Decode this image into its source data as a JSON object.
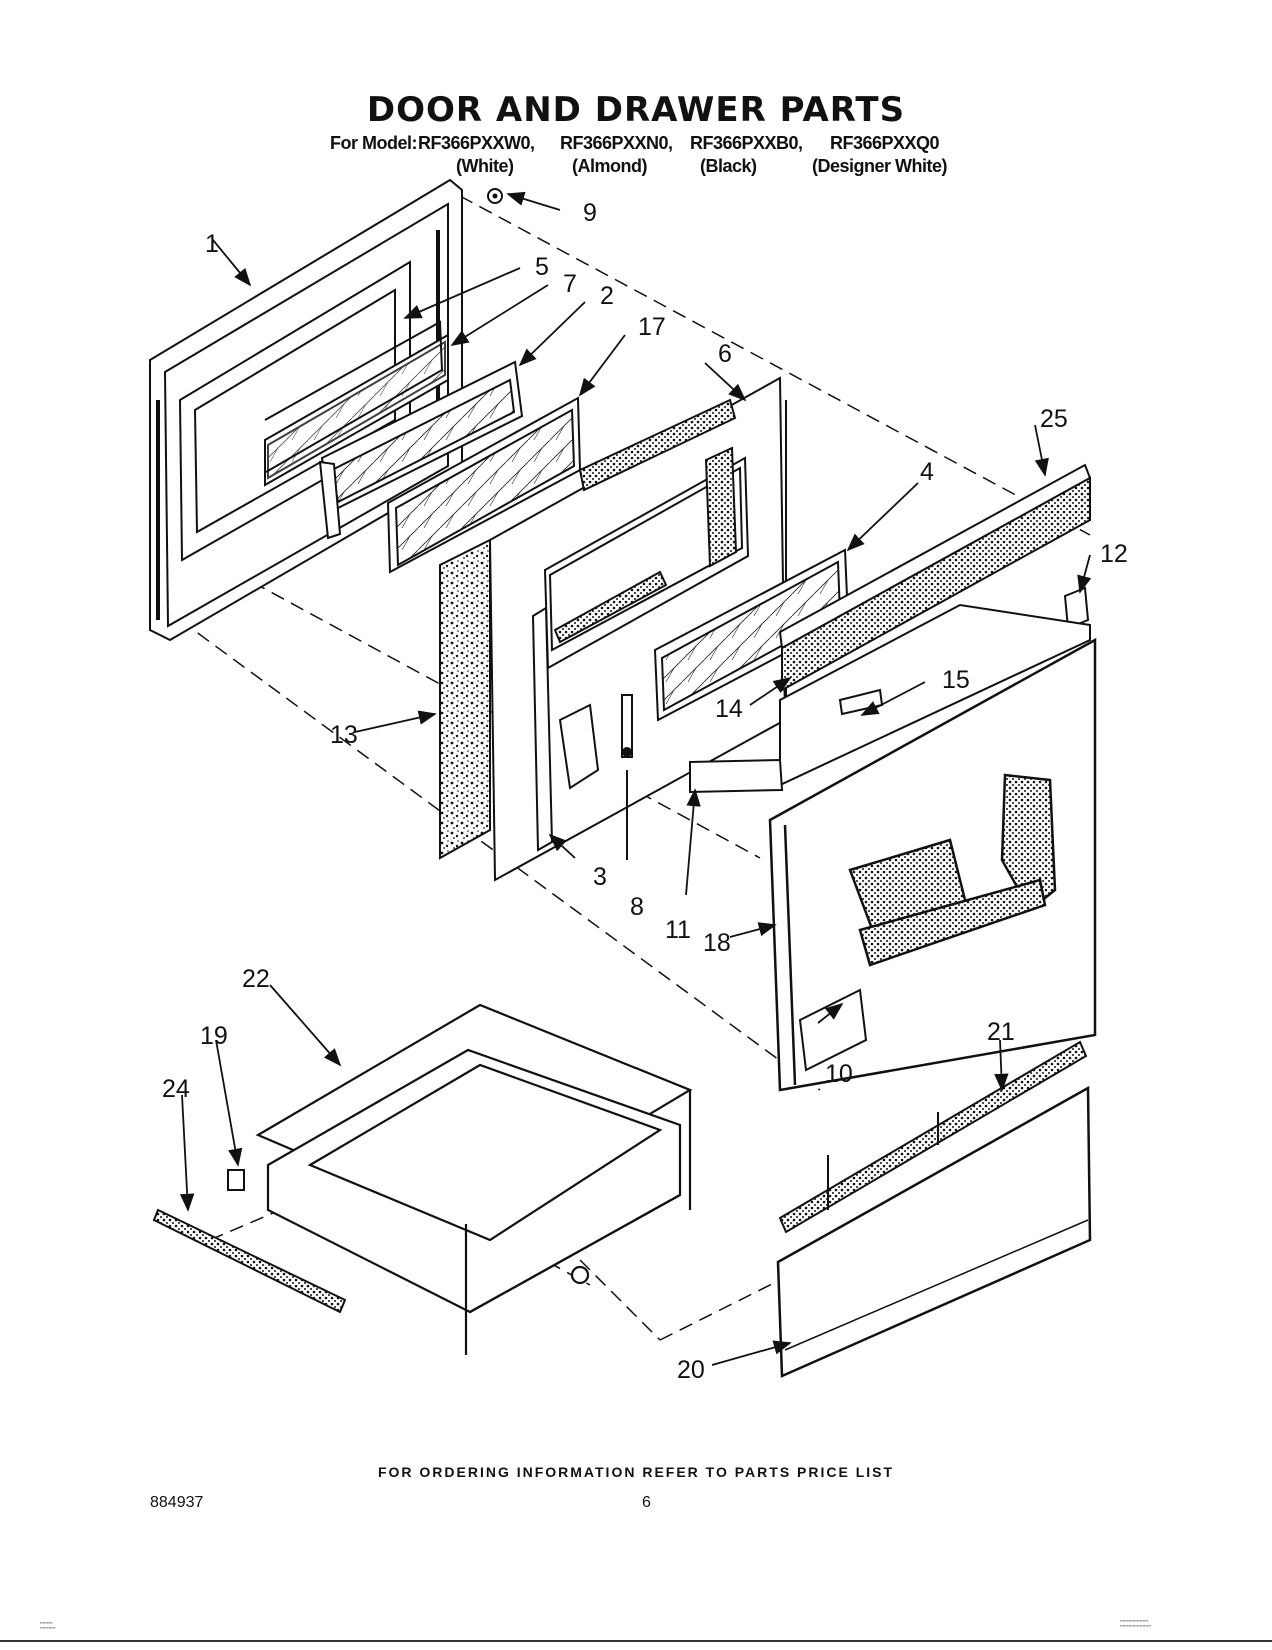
{
  "title": "DOOR AND DRAWER PARTS",
  "model_prefix": "For Model:",
  "models": [
    "RF366PXXW0,",
    "RF366PXXN0,",
    "RF366PXXB0,",
    "RF366PXXQ0"
  ],
  "colors": [
    "(White)",
    "(Almond)",
    "(Black)",
    "(Designer White)"
  ],
  "callouts": [
    "1",
    "2",
    "3",
    "4",
    "5",
    "6",
    "7",
    "8",
    "9",
    "10",
    "11",
    "12",
    "13",
    "14",
    "15",
    "17",
    "18",
    "19",
    "20",
    "21",
    "22",
    "24",
    "25"
  ],
  "footer_note": "FOR ORDERING INFORMATION REFER TO PARTS PRICE LIST",
  "document_number": "884937",
  "page_number": "6"
}
